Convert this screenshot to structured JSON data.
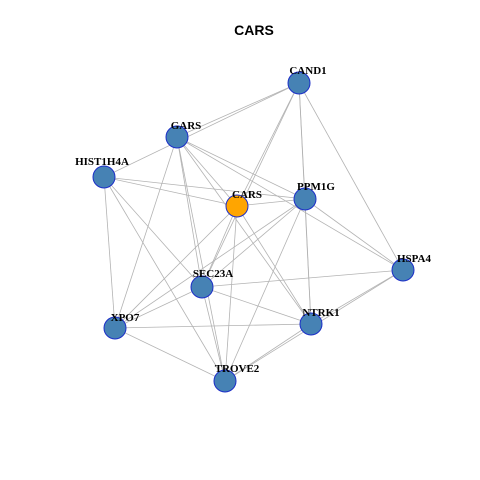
{
  "title": "CARS",
  "colors": {
    "edge": "#b3b3b3",
    "node_fill": "#4682b4",
    "node_stroke": "#1c2ec8",
    "hub_fill": "#ffa500",
    "hub_stroke": "#1c2ec8",
    "label": "#000000"
  },
  "nodes": [
    {
      "id": "CAND1",
      "label": "CAND1",
      "hub": false
    },
    {
      "id": "GARS",
      "label": "GARS",
      "hub": false
    },
    {
      "id": "HIST1H4A",
      "label": "HIST1H4A",
      "hub": false
    },
    {
      "id": "CARS",
      "label": "CARS",
      "hub": true
    },
    {
      "id": "PPM1G",
      "label": "PPM1G",
      "hub": false
    },
    {
      "id": "HSPA4",
      "label": "HSPA4",
      "hub": false
    },
    {
      "id": "SEC23A",
      "label": "SEC23A",
      "hub": false
    },
    {
      "id": "NTRK1",
      "label": "NTRK1",
      "hub": false
    },
    {
      "id": "XPO7",
      "label": "XPO7",
      "hub": false
    },
    {
      "id": "TROVE2",
      "label": "TROVE2",
      "hub": false
    }
  ],
  "edges": [
    [
      "GARS",
      "CAND1"
    ],
    [
      "HIST1H4A",
      "CAND1"
    ],
    [
      "CARS",
      "CAND1"
    ],
    [
      "PPM1G",
      "CAND1"
    ],
    [
      "HSPA4",
      "CAND1"
    ],
    [
      "NTRK1",
      "CAND1"
    ],
    [
      "SEC23A",
      "CAND1"
    ],
    [
      "GARS",
      "CARS"
    ],
    [
      "GARS",
      "PPM1G"
    ],
    [
      "GARS",
      "HSPA4"
    ],
    [
      "GARS",
      "SEC23A"
    ],
    [
      "GARS",
      "TROVE2"
    ],
    [
      "GARS",
      "XPO7"
    ],
    [
      "GARS",
      "NTRK1"
    ],
    [
      "HIST1H4A",
      "CARS"
    ],
    [
      "HIST1H4A",
      "PPM1G"
    ],
    [
      "HIST1H4A",
      "SEC23A"
    ],
    [
      "HIST1H4A",
      "XPO7"
    ],
    [
      "HIST1H4A",
      "TROVE2"
    ],
    [
      "CARS",
      "PPM1G"
    ],
    [
      "CARS",
      "SEC23A"
    ],
    [
      "CARS",
      "XPO7"
    ],
    [
      "CARS",
      "TROVE2"
    ],
    [
      "CARS",
      "NTRK1"
    ],
    [
      "PPM1G",
      "SEC23A"
    ],
    [
      "PPM1G",
      "NTRK1"
    ],
    [
      "PPM1G",
      "TROVE2"
    ],
    [
      "PPM1G",
      "XPO7"
    ],
    [
      "PPM1G",
      "HSPA4"
    ],
    [
      "SEC23A",
      "HSPA4"
    ],
    [
      "SEC23A",
      "NTRK1"
    ],
    [
      "SEC23A",
      "TROVE2"
    ],
    [
      "SEC23A",
      "XPO7"
    ],
    [
      "XPO7",
      "NTRK1"
    ],
    [
      "XPO7",
      "TROVE2"
    ],
    [
      "NTRK1",
      "TROVE2"
    ],
    [
      "HSPA4",
      "NTRK1"
    ],
    [
      "HSPA4",
      "TROVE2"
    ]
  ]
}
